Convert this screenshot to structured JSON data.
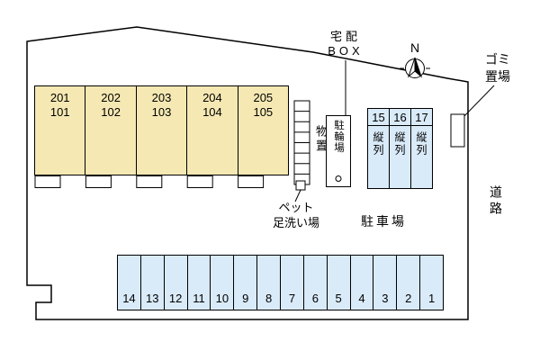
{
  "colors": {
    "building_fill": "#f5e8b3",
    "parking_fill": "#d9eaf8",
    "line": "#000000"
  },
  "compass": {
    "label": "N"
  },
  "building": {
    "units": [
      {
        "upper": "201",
        "lower": "101"
      },
      {
        "upper": "202",
        "lower": "102"
      },
      {
        "upper": "203",
        "lower": "103"
      },
      {
        "upper": "204",
        "lower": "104"
      },
      {
        "upper": "205",
        "lower": "105"
      }
    ]
  },
  "storage": {
    "label": "物置"
  },
  "bike": {
    "label": "駐輪場"
  },
  "delivery": {
    "line1": "宅配",
    "line2": "BOX"
  },
  "pet": {
    "line1": "ペット",
    "line2": "足洗い場"
  },
  "garbage": {
    "line1": "ゴミ",
    "line2": "置場"
  },
  "road": {
    "label": "道路"
  },
  "parking": {
    "label": "駐車場",
    "tandem": [
      {
        "number": "15",
        "type": "縦列"
      },
      {
        "number": "16",
        "type": "縦列"
      },
      {
        "number": "17",
        "type": "縦列"
      }
    ],
    "row": [
      "14",
      "13",
      "12",
      "11",
      "10",
      "9",
      "8",
      "7",
      "6",
      "5",
      "4",
      "3",
      "2",
      "1"
    ]
  }
}
